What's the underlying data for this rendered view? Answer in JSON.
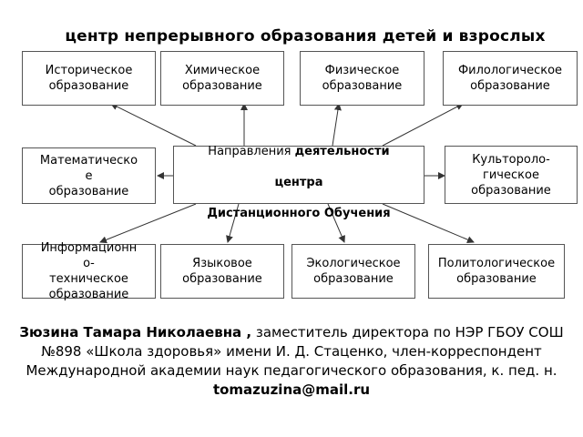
{
  "title": "центр непрерывного образования детей и взрослых",
  "center": {
    "prefix": "Направления ",
    "bold_part": "деятельности",
    "line2": "центра",
    "line3": "Дистанционного Обучения"
  },
  "boxes": {
    "hist": "Историческое\nобразование",
    "chem": "Химическое\nобразование",
    "phys": "Физическое\nобразование",
    "philo": "Филологическое\nобразование",
    "math": "Математическо\nе\nобразование",
    "cult": "Культороло-\nгическое\nобразование",
    "info": "Информационн\nо-\nтехническое\nобразование",
    "lang": "Языковое\nобразование",
    "eco": "Экологическое\nобразование",
    "polit": "Политологическое\nобразование"
  },
  "caption": {
    "author": "Зюзина Тамара Николаевна ,",
    "text": " заместитель   директора по НЭР ГБОУ СОШ №898 «Школа здоровья» имени И. Д. Стаценко,  член-корреспондент Международной академии наук педагогического образования, к. пед. н.",
    "email": "tomazuzina@mail.ru"
  },
  "colors": {
    "border": "#555555",
    "arrow": "#333333"
  }
}
